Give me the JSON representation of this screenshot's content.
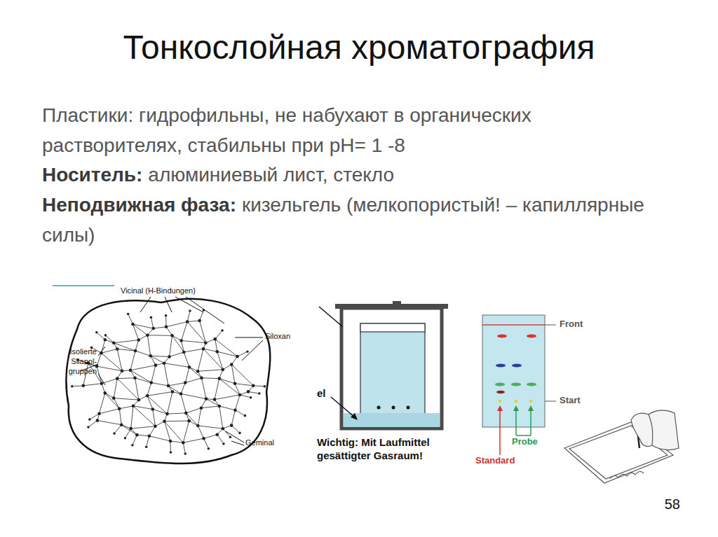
{
  "diagram": {
    "title": "Тонкослойная хроматография",
    "labels": [
      "Пластики: гидрофильны, не набухают в органических растворителях, стабильны при pH= 1 -8",
      "Носитель:",
      "алюминиевый лист, стекло",
      "Неподвижная фаза:",
      "кизельгель (мелкопористый! – капиллярные силы)",
      "Vicinal (H-Bindungen)",
      "Siloxan",
      "Isolierte Silanol- gruppen",
      "Geminal",
      "el",
      "Wichtig: Mit Laufmittel gesättigter Gasraum!",
      "Front",
      "Start",
      "Probe",
      "Standard",
      "58"
    ]
  }
}
